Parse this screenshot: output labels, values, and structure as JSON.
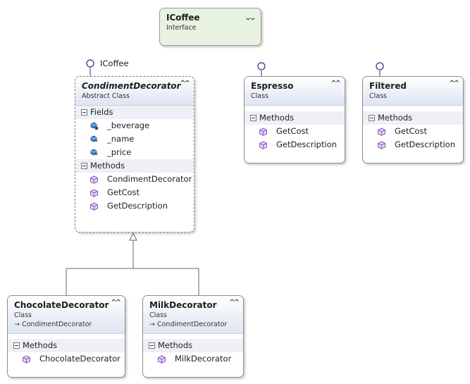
{
  "colors": {
    "border": "#8e8e8e",
    "interface_fill": "#e8f2e0",
    "header_gradient_end": "#dfe6f3",
    "section_header": "#eef0f6",
    "method_icon": "#9b6ac8",
    "field_icon": "#2f75b5",
    "connector": "#666666",
    "lollipop": "#2b3a8c"
  },
  "icons": {
    "collapse": "double-chevron-up-icon",
    "expand": "double-chevron-down-icon",
    "method": "method-cube-icon",
    "field": "field-icon",
    "toggle": "minus-toggle-icon",
    "lollipop": "interface-lollipop-icon"
  },
  "icoffee": {
    "title": "ICoffee",
    "stereotype": "Interface"
  },
  "condiment": {
    "title": "CondimentDecorator",
    "stereotype": "Abstract Class",
    "lollipop_label": "ICoffee",
    "fields_header": "Fields",
    "fields": [
      "_beverage",
      "_name",
      "_price"
    ],
    "methods_header": "Methods",
    "methods": [
      "CondimentDecorator",
      "GetCost",
      "GetDescription"
    ]
  },
  "espresso": {
    "title": "Espresso",
    "stereotype": "Class",
    "methods_header": "Methods",
    "methods": [
      "GetCost",
      "GetDescription"
    ]
  },
  "filtered": {
    "title": "Filtered",
    "stereotype": "Class",
    "methods_header": "Methods",
    "methods": [
      "GetCost",
      "GetDescription"
    ]
  },
  "chocolate": {
    "title": "ChocolateDecorator",
    "stereotype": "Class",
    "base": "→ CondimentDecorator",
    "methods_header": "Methods",
    "methods": [
      "ChocolateDecorator"
    ]
  },
  "milk": {
    "title": "MilkDecorator",
    "stereotype": "Class",
    "base": "→ CondimentDecorator",
    "methods_header": "Methods",
    "methods": [
      "MilkDecorator"
    ]
  }
}
